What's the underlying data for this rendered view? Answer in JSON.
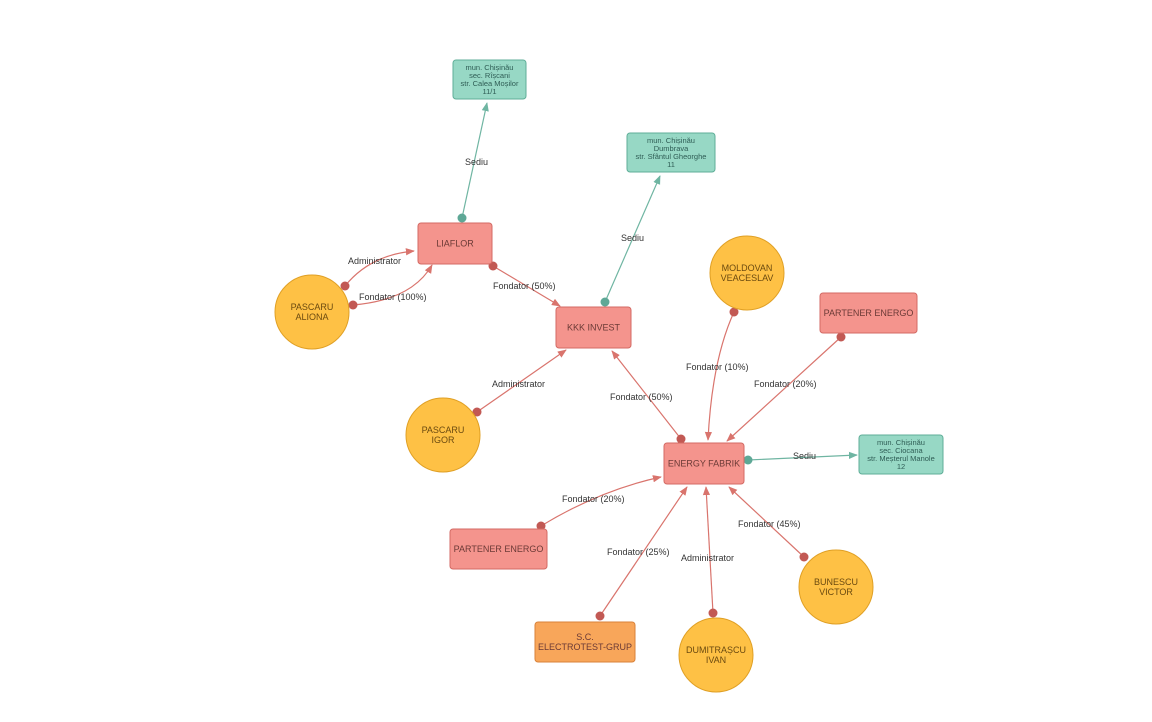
{
  "colors": {
    "company": "#f4948d",
    "company_stroke": "#d36a64",
    "company_orange": "#f8a65a",
    "company_orange_stroke": "#d9823a",
    "person": "#fec145",
    "person_stroke": "#e0a025",
    "address": "#97d8c5",
    "address_stroke": "#5fae98",
    "edge_red": "#d9746d",
    "edge_teal": "#6fb5a2",
    "dot_red": "#c25954",
    "dot_teal": "#5ea896"
  },
  "nodes": [
    {
      "id": "addr_riscani",
      "kind": "address",
      "lines": [
        "mun. Chișinău",
        "sec. Rîșcani",
        "str. Calea Moșilor",
        "11/1"
      ]
    },
    {
      "id": "addr_dumbrava",
      "kind": "address",
      "lines": [
        "mun. Chișinău",
        "Dumbrava",
        "str. Sfântul Gheorghe",
        "11"
      ]
    },
    {
      "id": "liaflor",
      "kind": "company",
      "lines": [
        "LIAFLOR"
      ]
    },
    {
      "id": "pascaru_aliona",
      "kind": "person",
      "lines": [
        "PASCARU",
        "ALIONA"
      ]
    },
    {
      "id": "kkk_invest",
      "kind": "company",
      "lines": [
        "KKK INVEST"
      ]
    },
    {
      "id": "moldovan_veaceslav",
      "kind": "person",
      "lines": [
        "MOLDOVAN",
        "VEACESLAV"
      ]
    },
    {
      "id": "partener_energo_top",
      "kind": "company",
      "lines": [
        "PARTENER ENERGO"
      ]
    },
    {
      "id": "pascaru_igor",
      "kind": "person",
      "lines": [
        "PASCARU",
        "IGOR"
      ]
    },
    {
      "id": "energy_fabrik",
      "kind": "company",
      "lines": [
        "ENERGY FABRIK"
      ]
    },
    {
      "id": "addr_ciocana",
      "kind": "address",
      "lines": [
        "mun. Chișinău",
        "sec. Ciocana",
        "str. Meșterul Manole",
        "12"
      ]
    },
    {
      "id": "partener_energo_bottom",
      "kind": "company",
      "lines": [
        "PARTENER ENERGO"
      ]
    },
    {
      "id": "electrotest",
      "kind": "company_orange",
      "lines": [
        "S.C.",
        "ELECTROTEST-GRUP"
      ]
    },
    {
      "id": "dumitrascu_ivan",
      "kind": "person",
      "lines": [
        "DUMITRAȘCU",
        "IVAN"
      ]
    },
    {
      "id": "bunescu_victor",
      "kind": "person",
      "lines": [
        "BUNESCU",
        "VICTOR"
      ]
    }
  ],
  "edges": [
    {
      "id": "liaflor-sediu",
      "from": "liaflor",
      "to": "addr_riscani",
      "label": "Sediu",
      "kind": "sediu"
    },
    {
      "id": "kkk-sediu",
      "from": "kkk_invest",
      "to": "addr_dumbrava",
      "label": "Sediu",
      "kind": "sediu"
    },
    {
      "id": "aliona-admin",
      "from": "pascaru_aliona",
      "to": "liaflor",
      "label": "Administrator",
      "kind": "rel"
    },
    {
      "id": "aliona-fondator",
      "from": "pascaru_aliona",
      "to": "liaflor",
      "label": "Fondator (100%)",
      "kind": "rel"
    },
    {
      "id": "liaflor-fondator-kkk",
      "from": "liaflor",
      "to": "kkk_invest",
      "label": "Fondator (50%)",
      "kind": "rel"
    },
    {
      "id": "igor-admin",
      "from": "pascaru_igor",
      "to": "kkk_invest",
      "label": "Administrator",
      "kind": "rel"
    },
    {
      "id": "energy-fondator-kkk",
      "from": "energy_fabrik",
      "to": "kkk_invest",
      "label": "Fondator (50%)",
      "kind": "rel"
    },
    {
      "id": "moldovan-fondator",
      "from": "moldovan_veaceslav",
      "to": "energy_fabrik",
      "label": "Fondator (10%)",
      "kind": "rel"
    },
    {
      "id": "partener-top-fondator",
      "from": "partener_energo_top",
      "to": "energy_fabrik",
      "label": "Fondator (20%)",
      "kind": "rel"
    },
    {
      "id": "energy-sediu",
      "from": "energy_fabrik",
      "to": "addr_ciocana",
      "label": "Sediu",
      "kind": "sediu"
    },
    {
      "id": "partener-bottom-fondator",
      "from": "partener_energo_bottom",
      "to": "energy_fabrik",
      "label": "Fondator (20%)",
      "kind": "rel"
    },
    {
      "id": "electrotest-fondator",
      "from": "electrotest",
      "to": "energy_fabrik",
      "label": "Fondator (25%)",
      "kind": "rel"
    },
    {
      "id": "dumitrascu-admin",
      "from": "dumitrascu_ivan",
      "to": "energy_fabrik",
      "label": "Administrator",
      "kind": "rel"
    },
    {
      "id": "bunescu-fondator",
      "from": "bunescu_victor",
      "to": "energy_fabrik",
      "label": "Fondator (45%)",
      "kind": "rel"
    }
  ]
}
